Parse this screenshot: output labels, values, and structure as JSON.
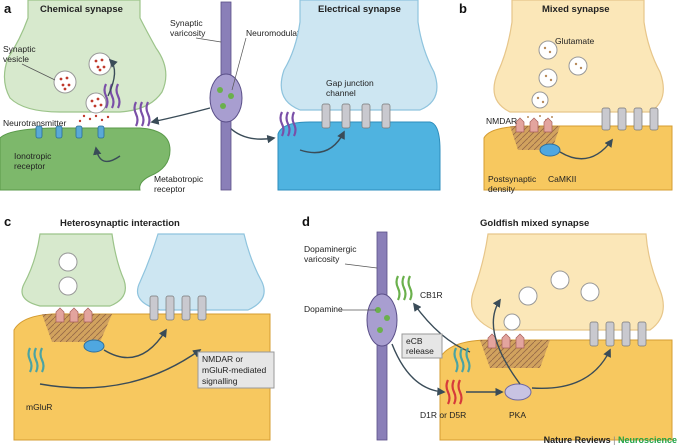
{
  "panels": {
    "a": {
      "letter": "a",
      "title": "Chemical synapse",
      "title2": "Electrical synapse",
      "labels": {
        "synaptic_vesicle": [
          "Synaptic",
          "vesicle"
        ],
        "neurotransmitter": "Neurotransmitter",
        "ionotropic": [
          "Ionotropic",
          "receptor"
        ],
        "metabotropic": [
          "Metabotropic",
          "receptor"
        ],
        "varicosity": [
          "Synaptic",
          "varicosity"
        ],
        "neuromodulator": "Neuromodulator",
        "gap_junction": [
          "Gap junction",
          "channel"
        ]
      }
    },
    "b": {
      "letter": "b",
      "title": "Mixed synapse",
      "labels": {
        "glutamate": "Glutamate",
        "nmdar": "NMDAR",
        "psd": [
          "Postsynaptic",
          "density"
        ],
        "camkii": "CaMKII"
      }
    },
    "c": {
      "letter": "c",
      "title": "Heterosynaptic interaction",
      "labels": {
        "box": [
          "NMDAR or",
          "mGluR-mediated",
          "signalling"
        ],
        "mglur": "mGluR"
      }
    },
    "d": {
      "letter": "d",
      "title": "Goldfish mixed synapse",
      "labels": {
        "varicosity": [
          "Dopaminergic",
          "varicosity"
        ],
        "dopamine": "Dopamine",
        "cb1r": "CB1R",
        "ecb": [
          "eCB",
          "release"
        ],
        "d1r": "D1R or D5R",
        "pka": "PKA"
      }
    }
  },
  "footer": {
    "journal_part1": "Nature Reviews",
    "separator": " | ",
    "journal_part2": "Neuroscience"
  },
  "colors": {
    "green_cell": "#d7e9cd",
    "green_edge": "#9cc48a",
    "green_post": "#7db86b",
    "blue_cell": "#cde6f2",
    "blue_post": "#4fb3e0",
    "orange_cell": "#fbe7b8",
    "orange_post": "#f7c85f",
    "purple_axon": "#8a7fb8",
    "receptor_pink": "#e3a49e",
    "gap_grey": "#c9c9cf"
  }
}
